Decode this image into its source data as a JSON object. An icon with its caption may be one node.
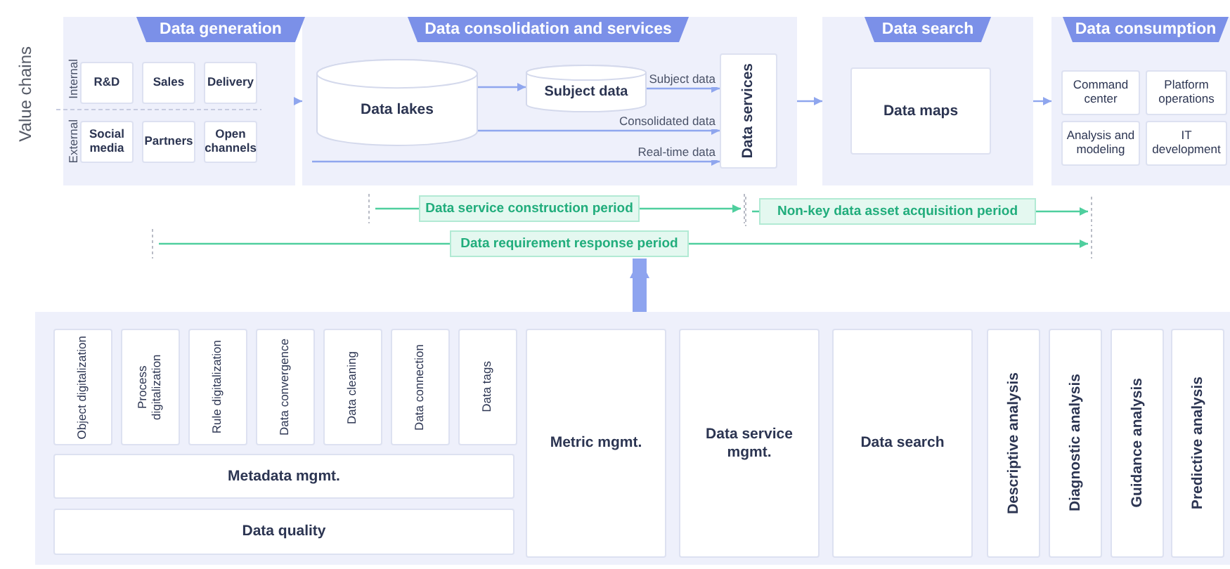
{
  "diagram": {
    "nodes": [
      {
        "text": [
          "Data generation"
        ]
      },
      {
        "text": [
          "R&D"
        ],
        "in": 0
      },
      {
        "text": [
          "Sales"
        ],
        "in": 0
      },
      {
        "text": [
          "Delivery"
        ],
        "in": 0
      },
      {
        "text": [
          "Social media"
        ],
        "in": 0
      },
      {
        "text": [
          "Partners"
        ],
        "in": 0
      },
      {
        "text": [
          "Open channels"
        ],
        "in": 0
      },
      {
        "text": [
          "Data consolidation and services"
        ]
      },
      {
        "text": [
          "Data lakes"
        ],
        "in": 7
      },
      {
        "text": [
          "Subject data"
        ],
        "in": 7
      },
      {
        "text": [
          "Data services"
        ],
        "in": 7
      },
      {
        "text": [
          "Data search"
        ]
      },
      {
        "text": [
          "Data maps"
        ],
        "in": 11
      },
      {
        "text": [
          "Data consumption"
        ]
      },
      {
        "text": [
          "Command center"
        ],
        "in": 13
      },
      {
        "text": [
          "Platform operations"
        ],
        "in": 13
      },
      {
        "text": [
          "Analysis and modeling"
        ],
        "in": 13
      },
      {
        "text": [
          "IT development"
        ],
        "in": 13
      },
      {
        "text": [
          "Data service construction period"
        ]
      },
      {
        "text": [
          "Non-key data asset acquisition period"
        ]
      },
      {
        "text": [
          "Data requirement response period"
        ]
      },
      {
        "text": [],
        "shape": "box"
      },
      {
        "text": [
          "Object digitalization"
        ],
        "in": 21
      },
      {
        "text": [
          "Process digitalization"
        ],
        "in": 21
      },
      {
        "text": [
          "Rule digitalization"
        ],
        "in": 21
      },
      {
        "text": [
          "Data convergence"
        ],
        "in": 21
      },
      {
        "text": [
          "Data cleaning"
        ],
        "in": 21
      },
      {
        "text": [
          "Data connection"
        ],
        "in": 21
      },
      {
        "text": [
          "Data tags"
        ],
        "in": 21
      },
      {
        "text": [
          "Metadata mgmt."
        ],
        "in": 21
      },
      {
        "text": [
          "Data quality"
        ],
        "in": 21
      },
      {
        "text": [
          "Metric mgmt."
        ],
        "in": 21
      },
      {
        "text": [
          "Data service mgmt."
        ],
        "in": 21
      },
      {
        "text": [
          "Data search"
        ],
        "in": 21
      },
      {
        "text": [
          "Descriptive analysis"
        ],
        "in": 21
      },
      {
        "text": [
          "Diagnostic analysis"
        ],
        "in": 21
      },
      {
        "text": [
          "Guidance analysis"
        ],
        "in": 21
      },
      {
        "text": [
          "Predictive analysis"
        ],
        "in": 21
      }
    ],
    "edges": [
      {
        "from": 0,
        "to": 7,
        "arrow": "to"
      },
      {
        "from": 8,
        "to": 9,
        "arrow": "to"
      },
      {
        "from": 9,
        "to": 10,
        "arrow": "to",
        "label": "Subject data"
      },
      {
        "from": 8,
        "to": 10,
        "arrow": "to",
        "label": "Consolidated data"
      },
      {
        "from": null,
        "to": 10,
        "arrow": "to",
        "label": "Real-time data"
      },
      {
        "from": 7,
        "to": 11,
        "arrow": "to"
      },
      {
        "from": 11,
        "to": 13,
        "arrow": "to"
      },
      {
        "from": 21,
        "to": 20,
        "arrow": "to",
        "style": "thick"
      }
    ],
    "labels": [
      "Value chains",
      "Internal",
      "External"
    ]
  }
}
